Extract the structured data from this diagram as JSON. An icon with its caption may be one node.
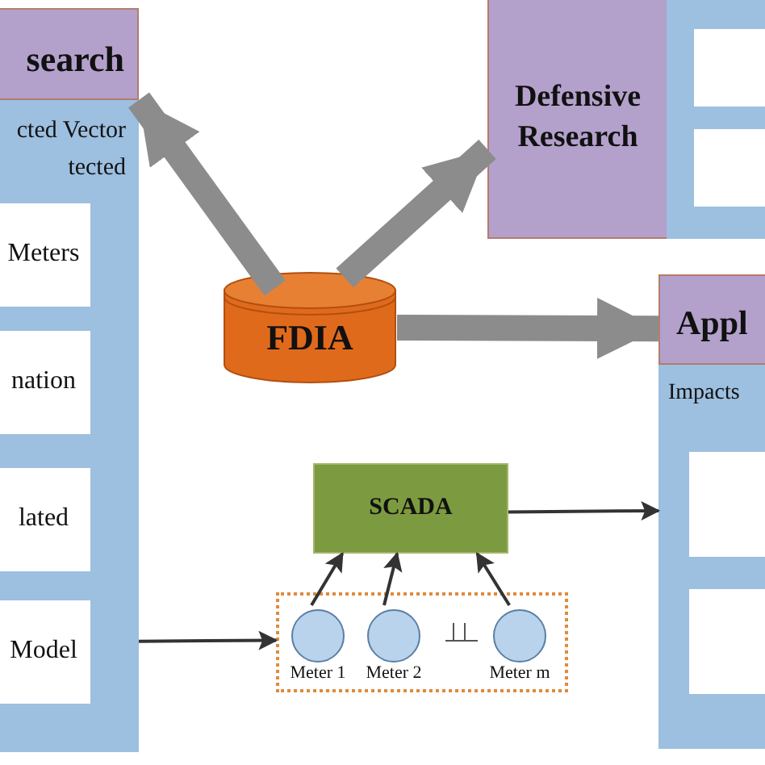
{
  "diagram": {
    "nodes": [
      {
        "text": [
          "search"
        ]
      },
      {
        "text": [
          "cted Vector tected"
        ]
      },
      {
        "text": [
          "Meters"
        ],
        "in": 1
      },
      {
        "text": [
          "nation"
        ],
        "in": 1
      },
      {
        "text": [
          "lated"
        ],
        "in": 1
      },
      {
        "text": [
          "Model"
        ],
        "in": 1
      },
      {
        "text": [
          "FDIA"
        ]
      },
      {
        "text": [
          "Defensive Research"
        ]
      },
      {
        "text": [],
        "shape": "box"
      },
      {
        "text": [],
        "shape": "box",
        "in": 8
      },
      {
        "text": [],
        "shape": "box",
        "in": 8
      },
      {
        "text": [
          "Appl"
        ]
      },
      {
        "text": [
          "Impacts"
        ]
      },
      {
        "text": [],
        "shape": "box",
        "in": 12
      },
      {
        "text": [],
        "shape": "box",
        "in": 12
      },
      {
        "text": [
          "SCADA"
        ]
      },
      {
        "text": [],
        "shape": "box"
      },
      {
        "text": [
          "Meter 1"
        ],
        "in": 16
      },
      {
        "text": [
          "Meter 2"
        ],
        "in": 16
      },
      {
        "text": [
          "Meter m"
        ],
        "in": 16
      }
    ],
    "edges": [
      {
        "from": 6,
        "to": 1,
        "arrow": "to",
        "style": "thick",
        "color": "#8c8c8c"
      },
      {
        "from": 6,
        "to": 7,
        "arrow": "to",
        "style": "thick",
        "color": "#8c8c8c"
      },
      {
        "from": 6,
        "to": 11,
        "arrow": "to",
        "style": "thick",
        "color": "#8c8c8c"
      },
      {
        "from": 1,
        "to": 16,
        "arrow": "to"
      },
      {
        "from": 15,
        "to": 12,
        "arrow": "to"
      },
      {
        "from": 17,
        "to": 15,
        "arrow": "to"
      },
      {
        "from": 18,
        "to": 15,
        "arrow": "to"
      },
      {
        "from": 19,
        "to": 15,
        "arrow": "to"
      }
    ]
  }
}
